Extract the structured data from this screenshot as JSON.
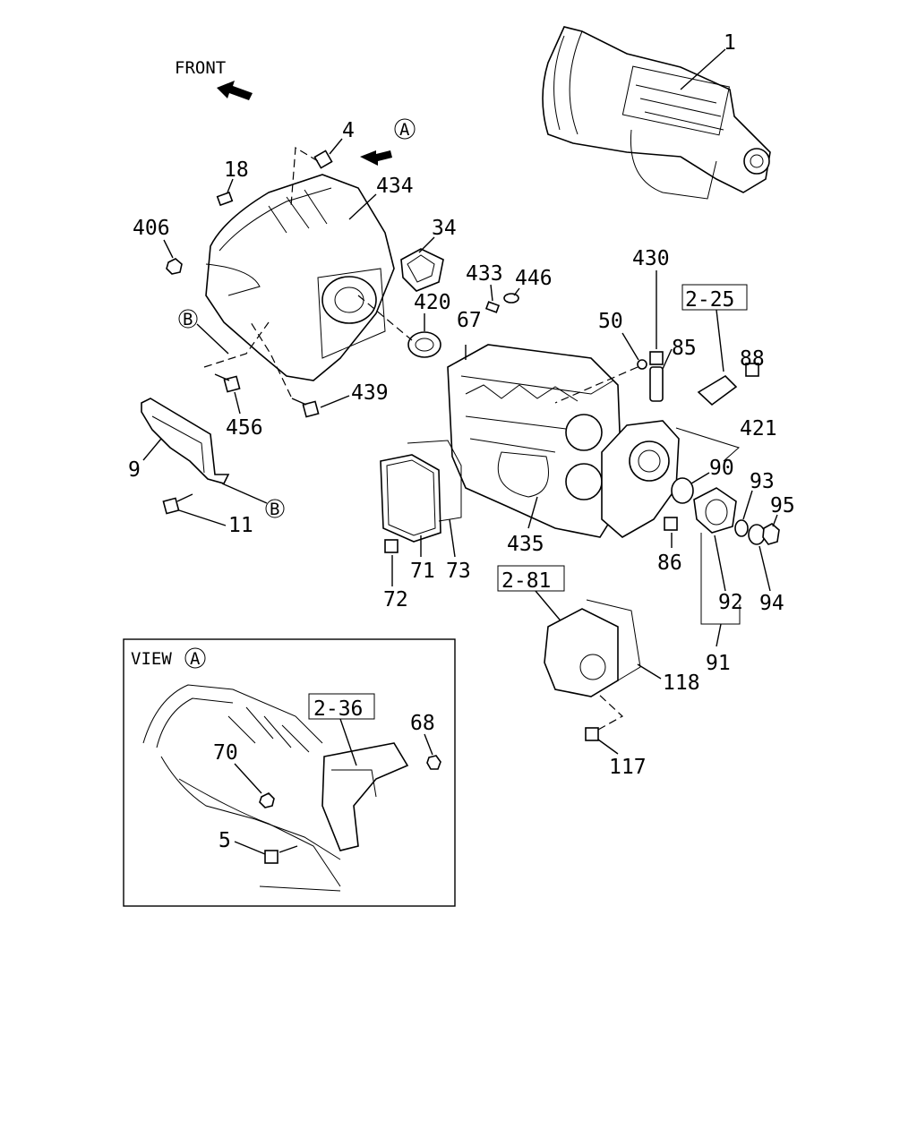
{
  "direction": {
    "front_label": "FRONT"
  },
  "view_refs": {
    "a_letter": "A",
    "b_letter": "B"
  },
  "refs": {
    "r2_25": "2-25",
    "r2_81": "2-81",
    "r2_36": "2-36"
  },
  "view_box": {
    "title": "VIEW"
  },
  "labels": {
    "p1": "1",
    "p4": "4",
    "p18": "18",
    "p434": "434",
    "p406": "406",
    "p34": "34",
    "p420": "420",
    "p433": "433",
    "p446": "446",
    "p430": "430",
    "p67": "67",
    "p50": "50",
    "p85": "85",
    "p88": "88",
    "p439": "439",
    "p456": "456",
    "p421": "421",
    "p9": "9",
    "p90": "90",
    "p93": "93",
    "p95": "95",
    "p11": "11",
    "p435": "435",
    "p86": "86",
    "p71": "71",
    "p73": "73",
    "p72": "72",
    "p92": "92",
    "p94": "94",
    "p91": "91",
    "p118": "118",
    "p117": "117",
    "p68": "68",
    "p70": "70",
    "p5": "5"
  }
}
